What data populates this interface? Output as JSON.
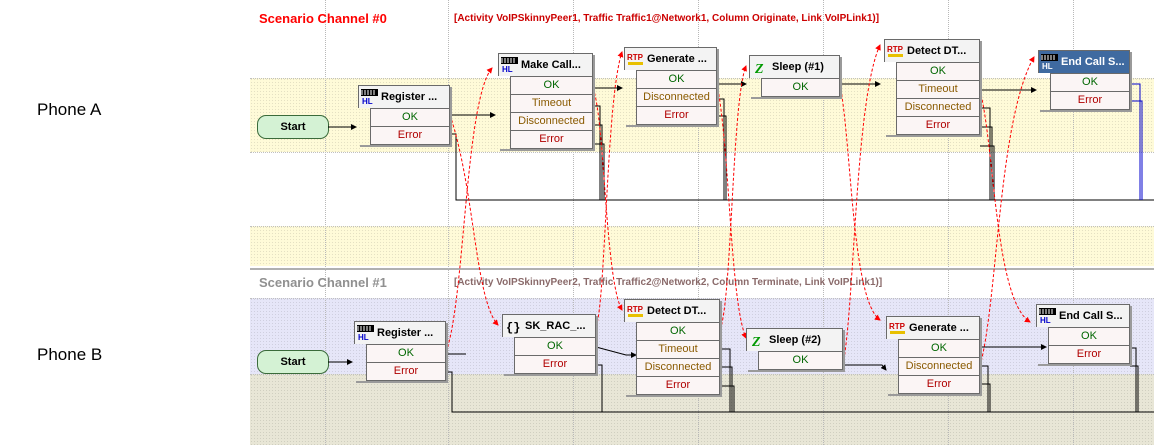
{
  "phones": {
    "a": "Phone A",
    "b": "Phone B"
  },
  "channels": [
    {
      "title": "Scenario Channel #0",
      "info": "[Activity VoIPSkinnyPeer1, Traffic Traffic1@Network1, Column Originate, Link VoIPLink1)]",
      "title_color": "#ff0000",
      "info_color": "#cc0000"
    },
    {
      "title": "Scenario Channel #1",
      "info": "[Activity VoIPSkinnyPeer2, Traffic Traffic2@Network2, Column Terminate, Link VoIPLink1)]",
      "title_color": "#909090",
      "info_color": "#8a6a6a"
    }
  ],
  "start_label": "Start",
  "icon_text": {
    "hl": "HL",
    "rtp": "RTP",
    "sleep": "Z",
    "braces": "{}"
  },
  "blocks": [
    {
      "id": "a_register",
      "title": "Register ...",
      "icon": "hl-icon",
      "ports": [
        "OK",
        "Error"
      ]
    },
    {
      "id": "a_makecall",
      "title": "Make Call...",
      "icon": "hl-icon",
      "ports": [
        "OK",
        "Timeout",
        "Disconnected",
        "Error"
      ]
    },
    {
      "id": "a_generate",
      "title": "Generate ...",
      "icon": "rtp-icon",
      "ports": [
        "OK",
        "Disconnected",
        "Error"
      ]
    },
    {
      "id": "a_sleep",
      "title": "Sleep (#1)",
      "icon": "sleep-icon",
      "ports": [
        "OK"
      ]
    },
    {
      "id": "a_detect",
      "title": "Detect DT...",
      "icon": "rtp-icon",
      "ports": [
        "OK",
        "Timeout",
        "Disconnected",
        "Error"
      ]
    },
    {
      "id": "a_endcall",
      "title": "End Call S...",
      "icon": "hl-icon",
      "ports": [
        "OK",
        "Error"
      ]
    },
    {
      "id": "b_register",
      "title": "Register ...",
      "icon": "hl-icon",
      "ports": [
        "OK",
        "Error"
      ]
    },
    {
      "id": "b_skrac",
      "title": "SK_RAC_...",
      "icon": "braces-icon",
      "ports": [
        "OK",
        "Error"
      ]
    },
    {
      "id": "b_detect",
      "title": "Detect DT...",
      "icon": "rtp-icon",
      "ports": [
        "OK",
        "Timeout",
        "Disconnected",
        "Error"
      ]
    },
    {
      "id": "b_sleep",
      "title": "Sleep (#2)",
      "icon": "sleep-icon",
      "ports": [
        "OK"
      ]
    },
    {
      "id": "b_generate",
      "title": "Generate ...",
      "icon": "rtp-icon",
      "ports": [
        "OK",
        "Disconnected",
        "Error"
      ]
    },
    {
      "id": "b_endcall",
      "title": "End Call S...",
      "icon": "hl-icon",
      "ports": [
        "OK",
        "Error"
      ]
    }
  ],
  "colors": {
    "sync_wire": "#ff0000",
    "flow_wire": "#000000",
    "selected_wire": "#0000cc",
    "channel_band": "#fffbd8",
    "channel_band_b": "#e6e6f8"
  }
}
